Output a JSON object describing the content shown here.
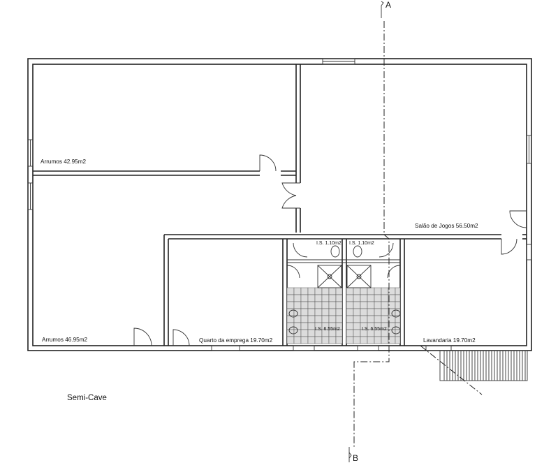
{
  "plan": {
    "title": "Semi-Cave",
    "section_marks": {
      "top": "A",
      "bottom": "B"
    },
    "rooms": [
      {
        "id": "arrumos-1",
        "label": "Arrumos 42.95m2"
      },
      {
        "id": "arrumos-2",
        "label": "Arrumos 46.95m2"
      },
      {
        "id": "salao",
        "label": "Salão de Jogos 56.50m2"
      },
      {
        "id": "quarto",
        "label": "Quarto da emprega 19.70m2"
      },
      {
        "id": "is-small-1",
        "label": "I.S. 1.10m2"
      },
      {
        "id": "is-small-2",
        "label": "I.S. 1.10m2"
      },
      {
        "id": "is-1",
        "label": "I.S. 6.55m2"
      },
      {
        "id": "is-2",
        "label": "I.S. 6.55m2"
      },
      {
        "id": "lavandaria",
        "label": "Lavandaria 19.70m2"
      }
    ]
  }
}
